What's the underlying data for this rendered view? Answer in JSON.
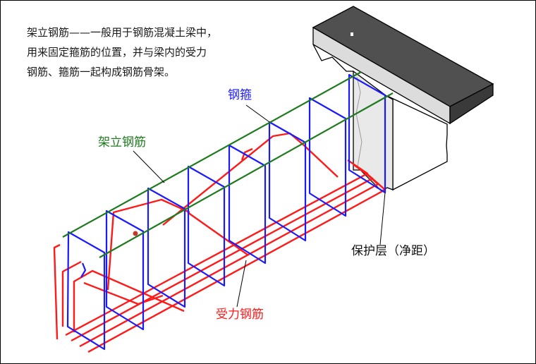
{
  "intro": {
    "line1": "架立钢筋——一般用于钢筋混凝土梁中，",
    "line2": "用来固定箍筋的位置，并与梁内的受力",
    "line3": "钢筋、箍筋一起构成钢筋骨架。"
  },
  "labels": {
    "stirrup": "钢箍",
    "erection_bar": "架立钢筋",
    "main_bar": "受力钢筋",
    "cover": "保护层（净距）"
  },
  "colors": {
    "erection": "#1e7a1e",
    "stirrup": "#1a1aff",
    "main": "#ff1a1a",
    "concrete_top": "#4d4d4d",
    "concrete_face": "#f0f0f0",
    "label_blue": "#1a1aff",
    "label_green": "#1e7a1e",
    "label_red": "#ff1a1a"
  }
}
